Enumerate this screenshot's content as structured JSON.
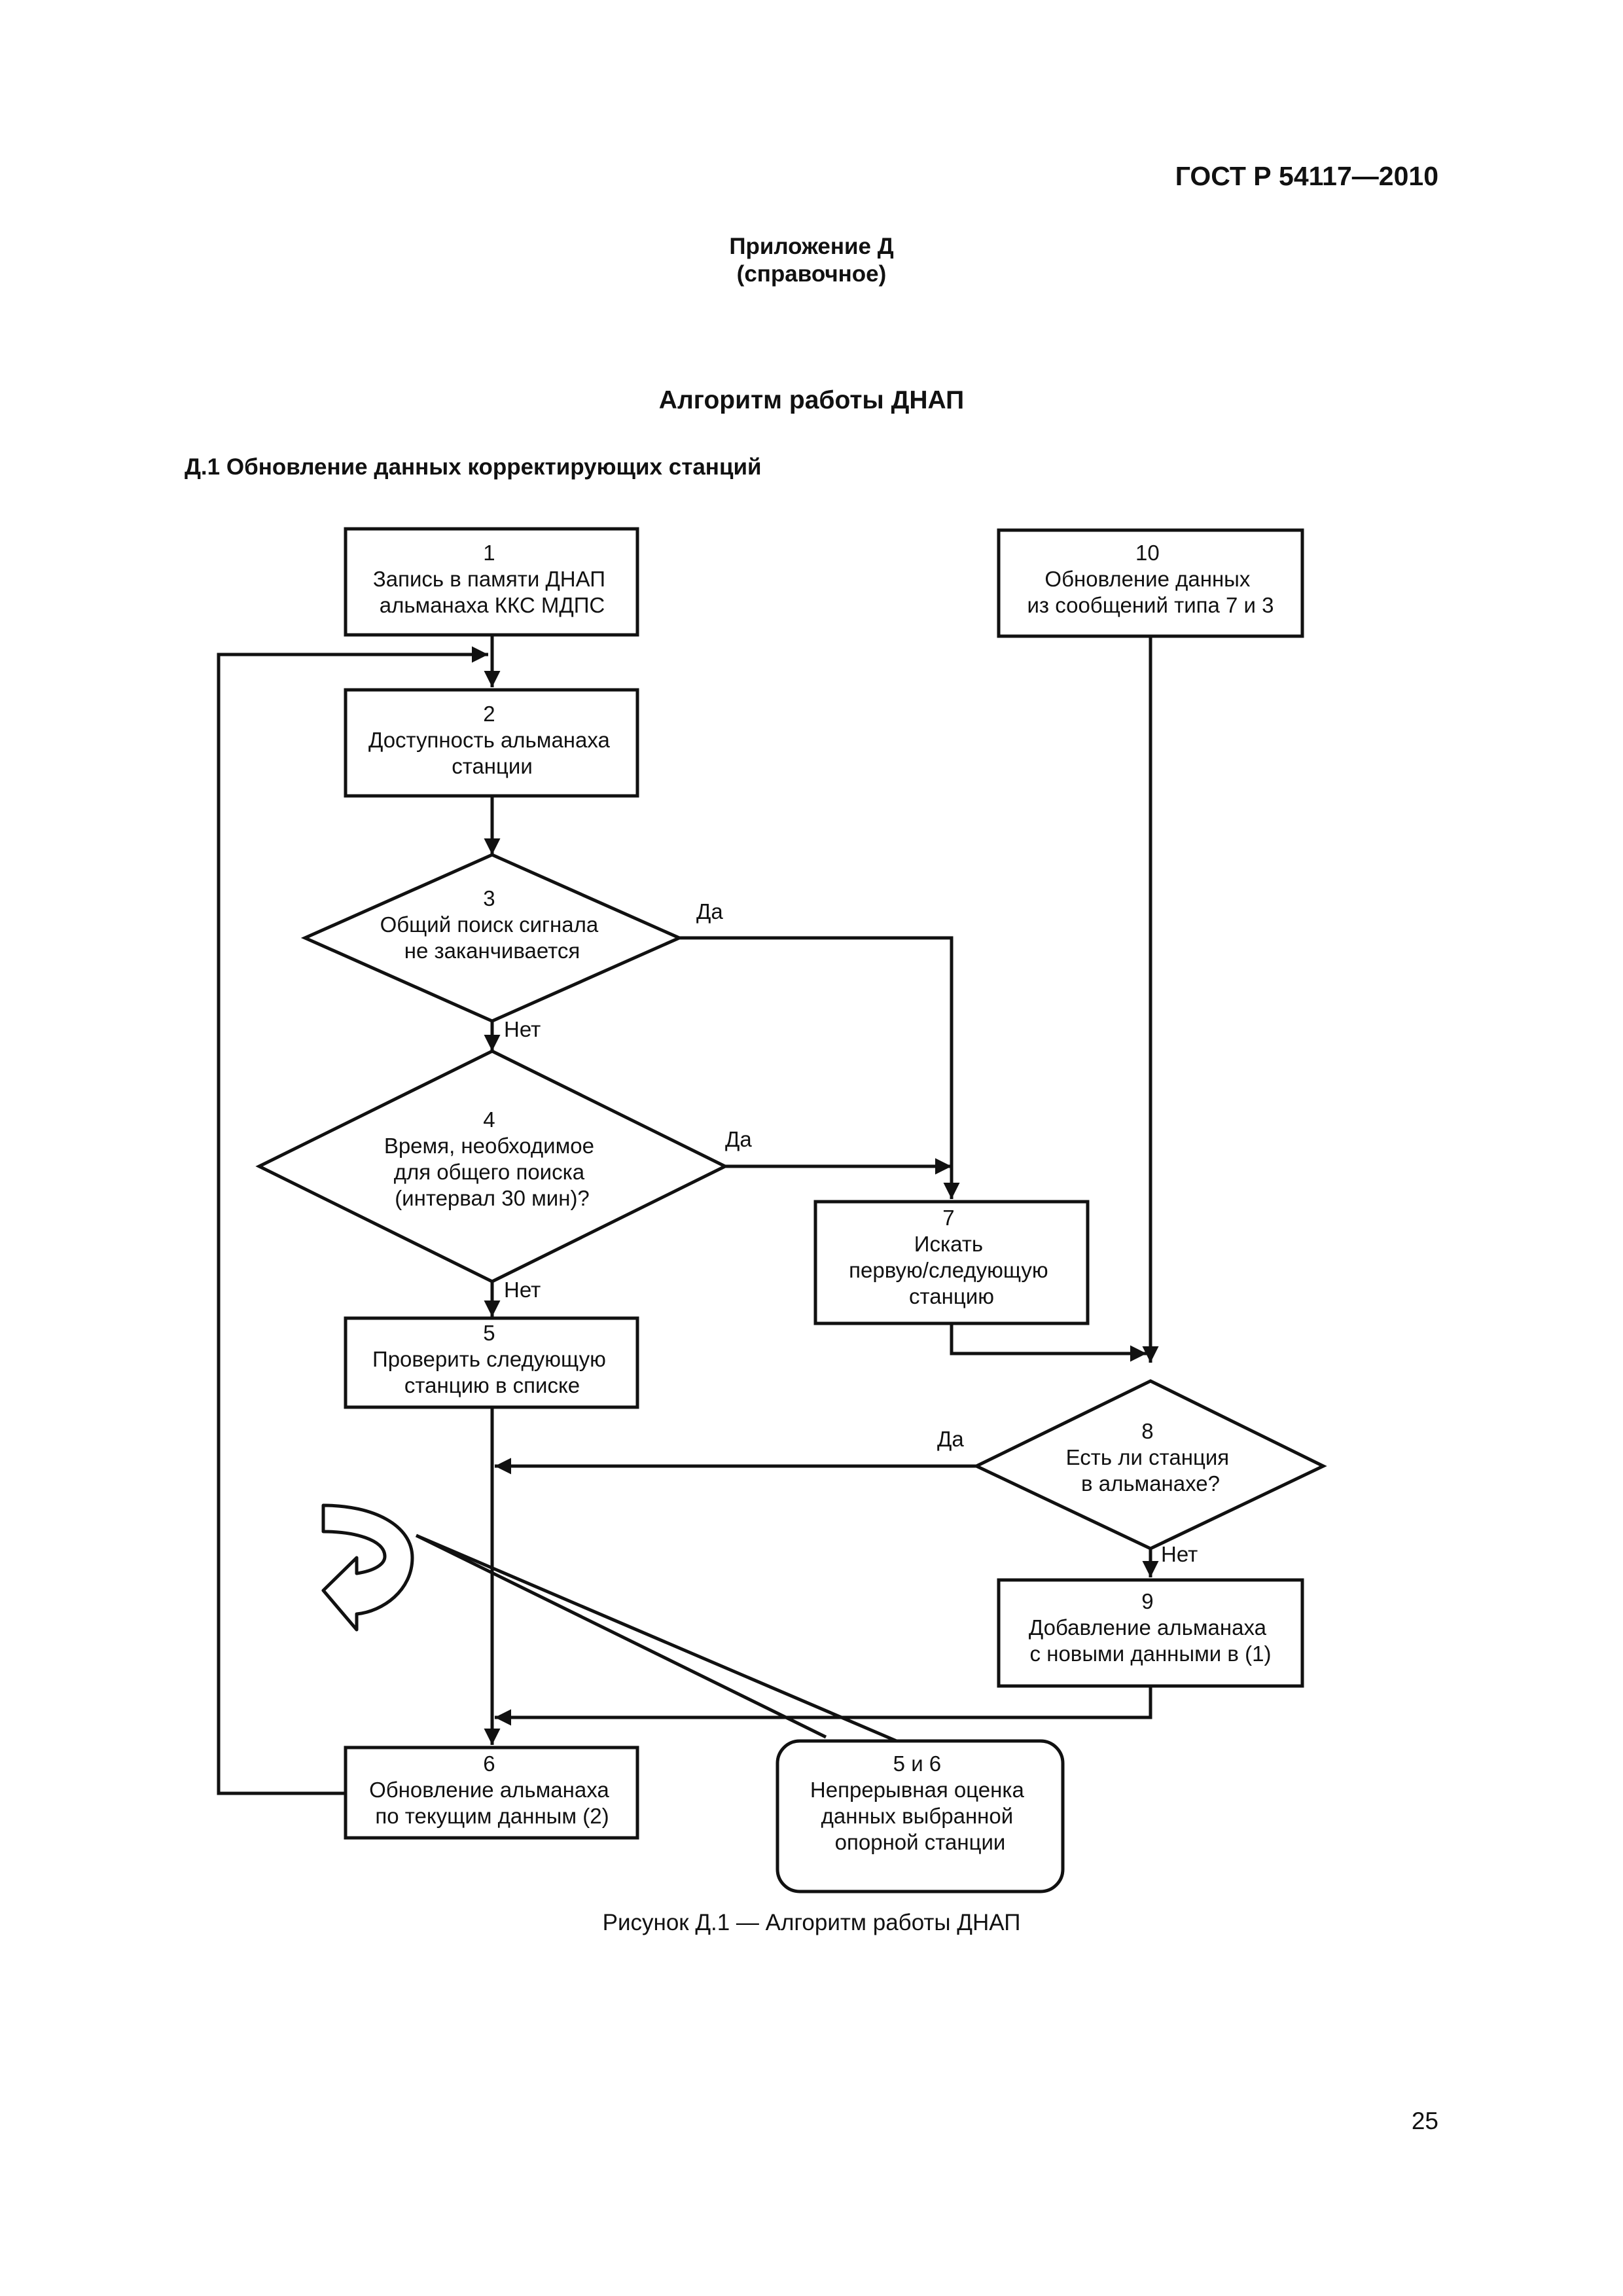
{
  "header": {
    "doc_code": "ГОСТ Р 54117—2010"
  },
  "appendix": {
    "title": "Приложение Д",
    "subtitle": "(справочное)"
  },
  "title": "Алгоритм работы ДНАП",
  "section": "Д.1  Обновление данных корректирующих станций",
  "flowchart": {
    "nodes": [
      {
        "id": "1",
        "shape": "rectangle",
        "lines": [
          "1",
          "Запись в памяти ДНАП",
          "альманаха ККС МДПС"
        ]
      },
      {
        "id": "2",
        "shape": "rectangle",
        "lines": [
          "2",
          "Доступность альманаха",
          "станции"
        ]
      },
      {
        "id": "3",
        "shape": "diamond",
        "lines": [
          "3",
          "Общий поиск сигнала",
          "не заканчивается"
        ]
      },
      {
        "id": "4",
        "shape": "diamond",
        "lines": [
          "4",
          "Время, необходимое",
          "для общего поиска",
          "(интервал 30 мин)?"
        ]
      },
      {
        "id": "5",
        "shape": "rectangle",
        "lines": [
          "5",
          "Проверить следующую",
          "станцию в списке"
        ]
      },
      {
        "id": "6",
        "shape": "rectangle",
        "lines": [
          "6",
          "Обновление альманаха",
          "по текущим данным (2)"
        ]
      },
      {
        "id": "7",
        "shape": "rectangle",
        "lines": [
          "7",
          "Искать",
          "первую/следующую",
          "станцию"
        ]
      },
      {
        "id": "8",
        "shape": "diamond",
        "lines": [
          "8",
          "Есть ли станция",
          "в альманахе?"
        ]
      },
      {
        "id": "9",
        "shape": "rectangle",
        "lines": [
          "9",
          "Добавление альманаха",
          "с новыми данными в (1)"
        ]
      },
      {
        "id": "10",
        "shape": "rectangle",
        "lines": [
          "10",
          "Обновление данных",
          "из сообщений типа 7 и 3"
        ]
      },
      {
        "id": "callout",
        "shape": "rounded-callout",
        "lines": [
          "5 и 6",
          "Непрерывная оценка",
          "данных выбранной",
          "опорной станции"
        ]
      }
    ],
    "edge_labels": {
      "n3_yes": "Да",
      "n3_no": "Нет",
      "n4_yes": "Да",
      "n4_no": "Нет",
      "n8_yes": "Да",
      "n8_no": "Нет"
    },
    "loop_icon": "curved-loop-arrow-icon"
  },
  "caption": "Рисунок Д.1 — Алгоритм работы ДНАП",
  "page_number": "25"
}
